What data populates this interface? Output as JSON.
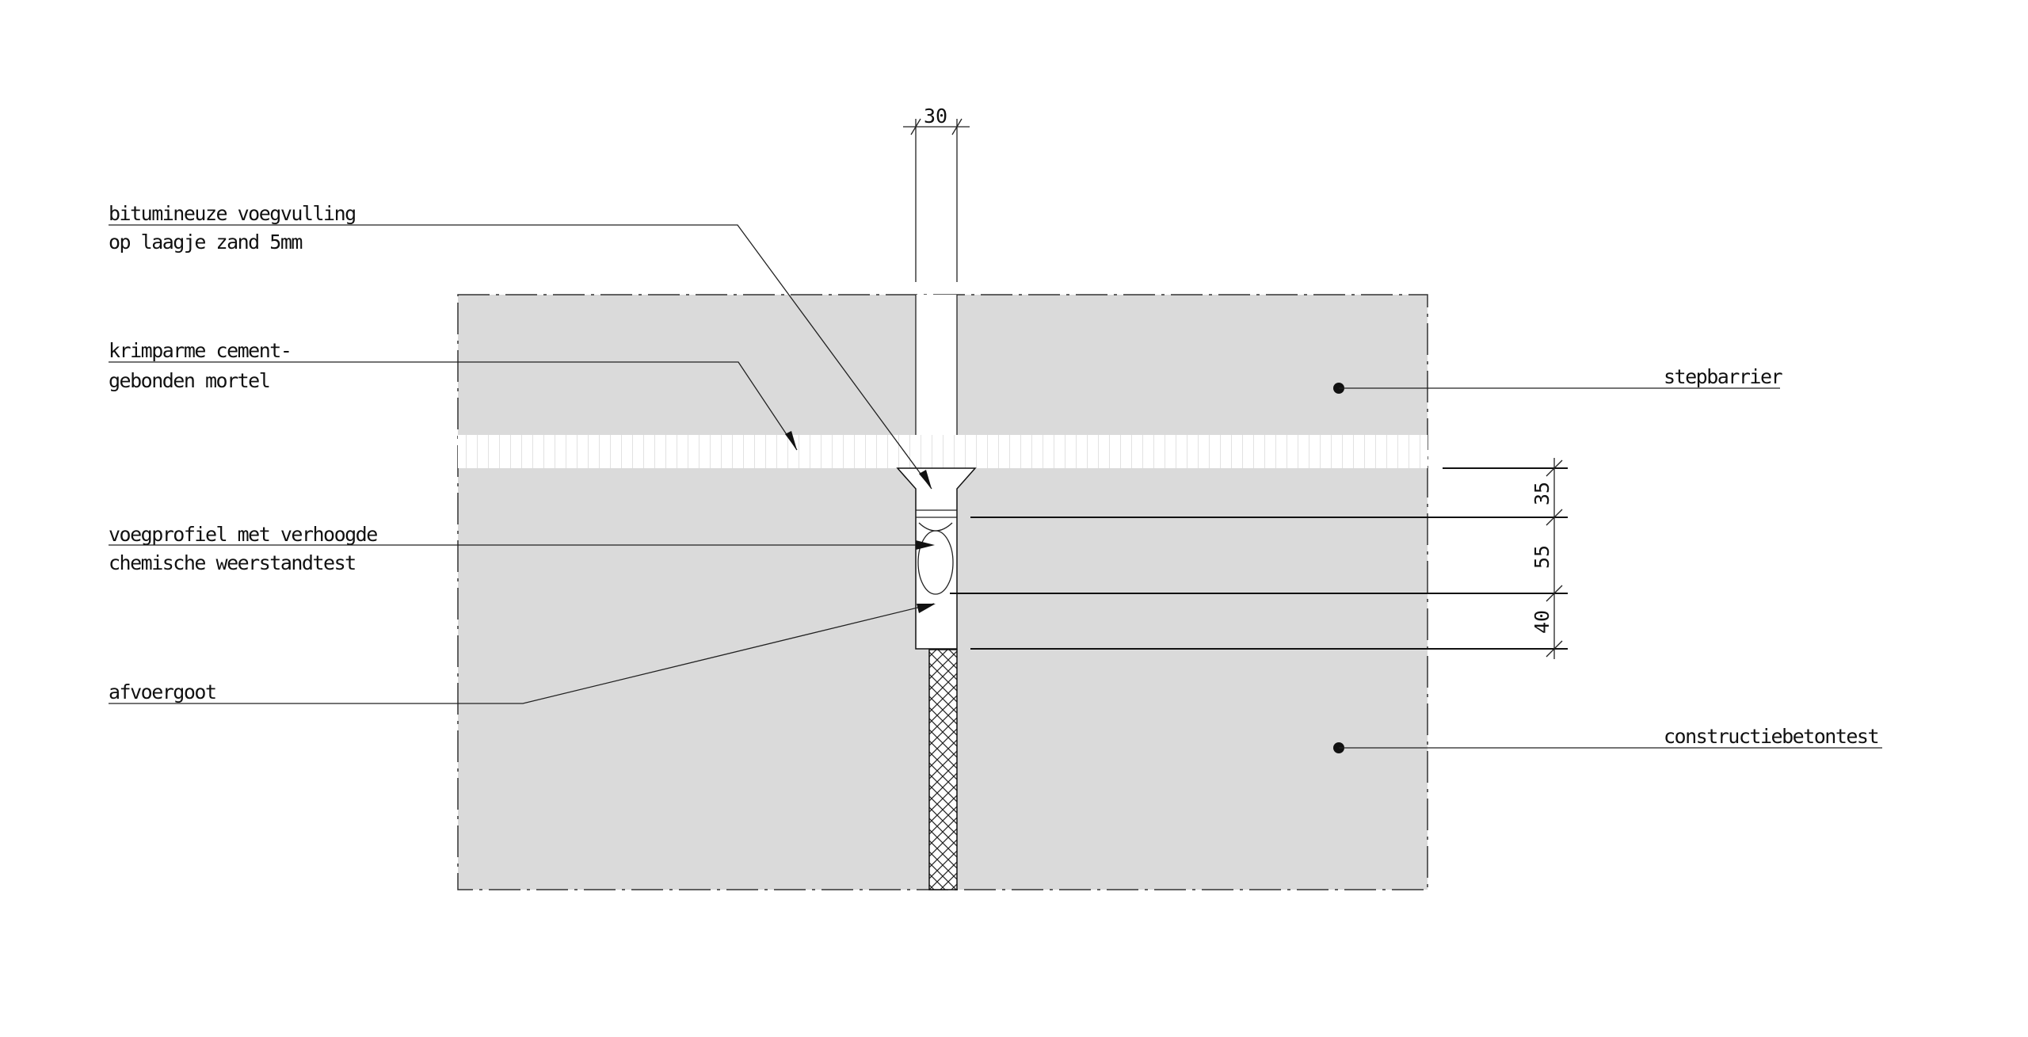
{
  "drawing": {
    "colors": {
      "concrete": "#dadada",
      "line": "#111111",
      "mortar_hatch": "#e4e4e4"
    },
    "dimensions": {
      "joint_width": "30",
      "d1": "35",
      "d2": "55",
      "d3": "40"
    },
    "labels": {
      "bitumen_line1": "bitumineuze voegvulling",
      "bitumen_line2": "op laagje zand 5mm",
      "mortar_line1": "krimparme cement-",
      "mortar_line2": "gebonden mortel",
      "profile_line1": "voegprofiel met verhoogde",
      "profile_line2": "chemische weerstandtest",
      "gutter": "afvoergoot",
      "stepbarrier": "stepbarrier",
      "concrete": "constructiebetontest"
    }
  }
}
